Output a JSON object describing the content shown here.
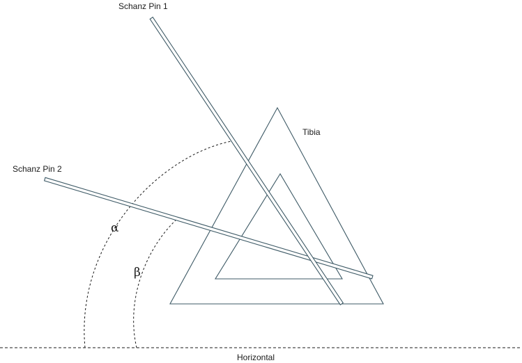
{
  "labels": {
    "pin1": "Schanz Pin 1",
    "pin2": "Schanz Pin 2",
    "tibia": "Tibia",
    "alpha": "α",
    "beta": "β",
    "horizontal": "Horizontal"
  },
  "colors": {
    "outline": "#3e5a66",
    "text": "#1a1a1a",
    "background": "#ffffff"
  }
}
